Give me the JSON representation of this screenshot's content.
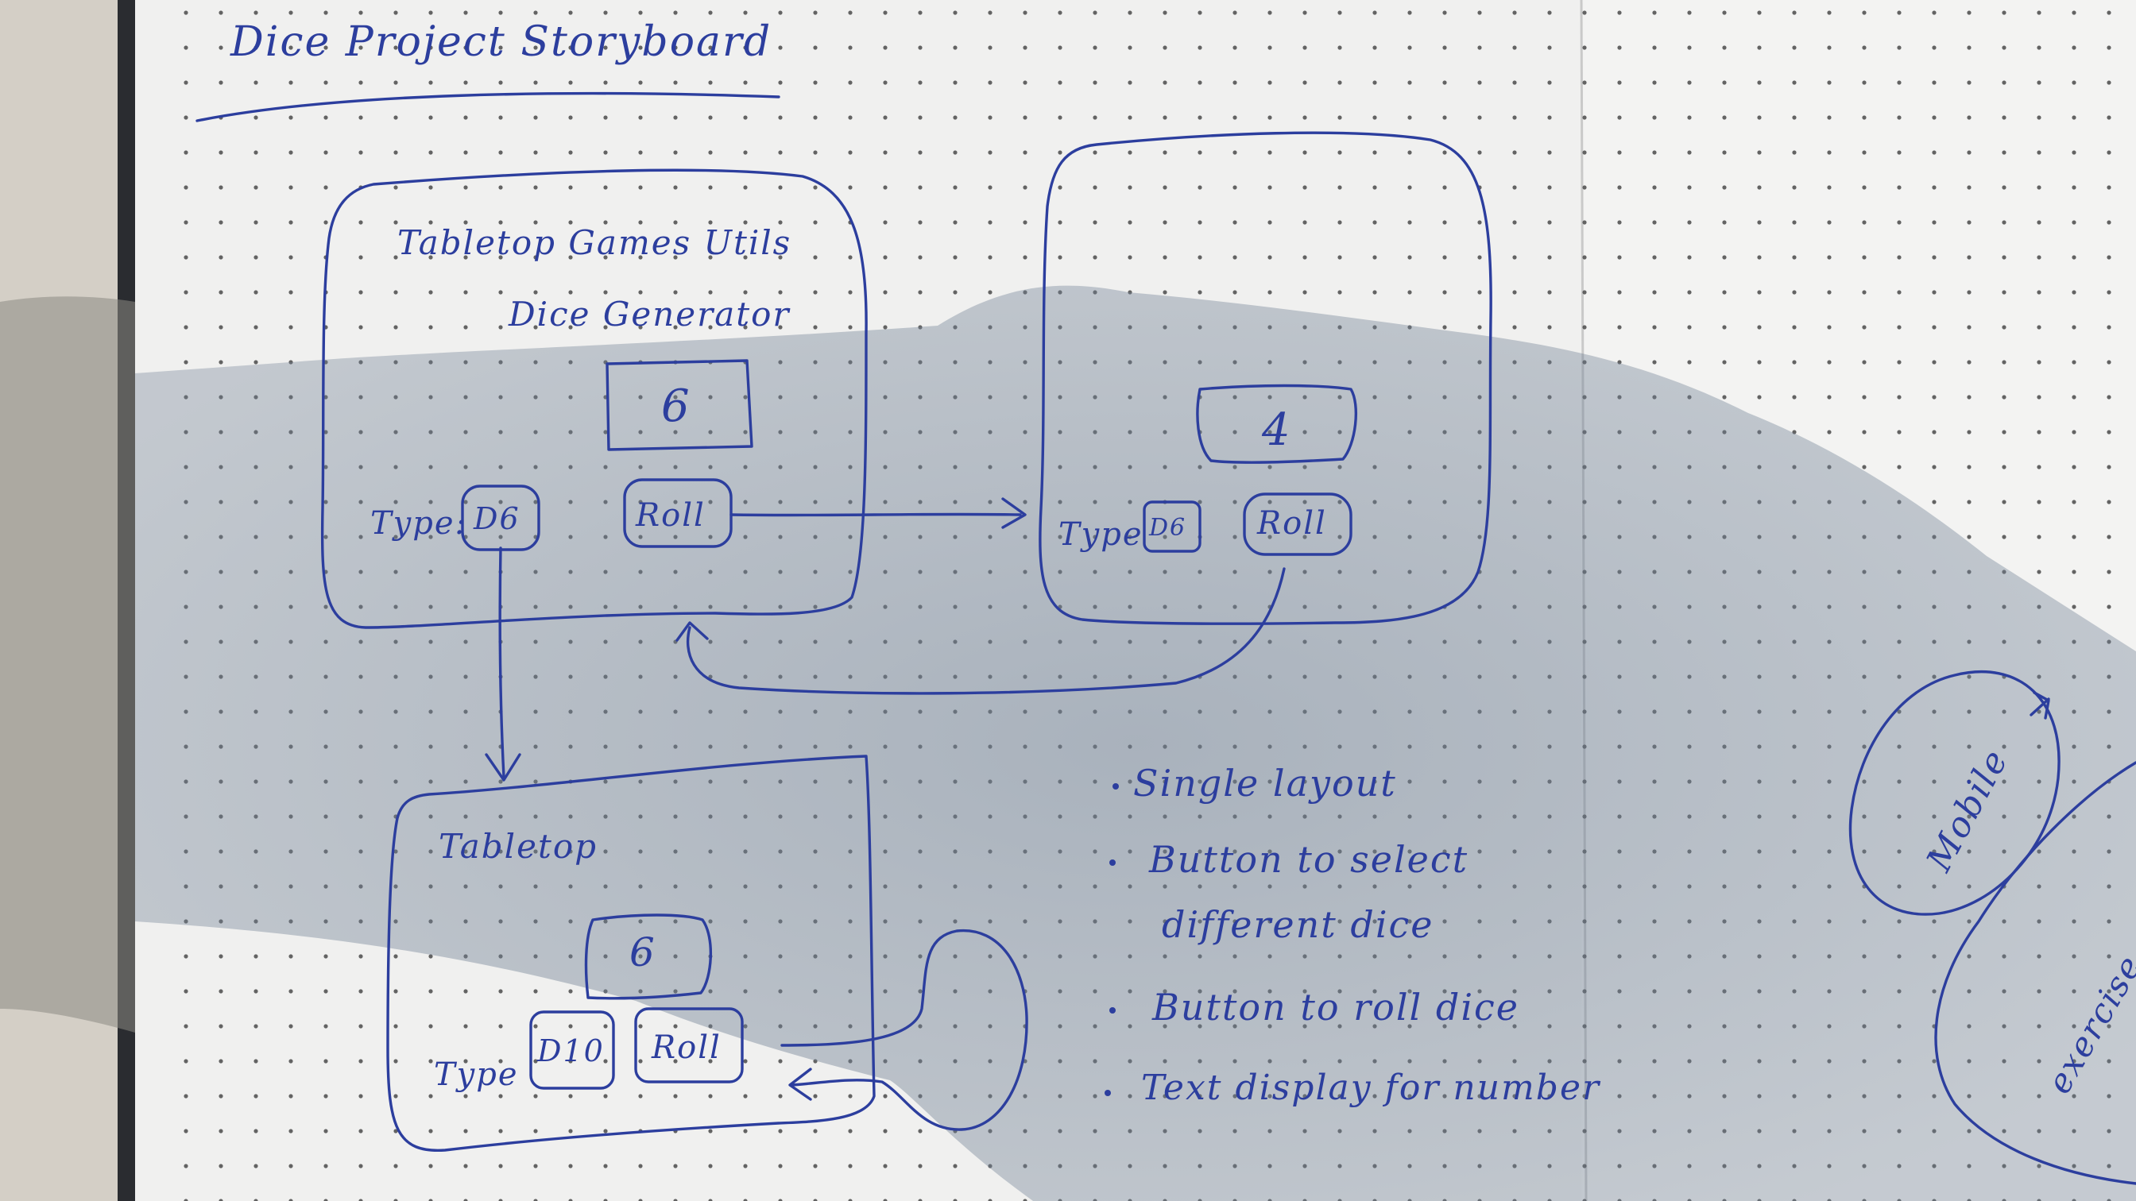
{
  "title": "Dice Project Storyboard",
  "screens": {
    "main": {
      "app_title": "Tabletop Games Utils",
      "subtitle": "Dice Generator",
      "result": "6",
      "type_label": "Type:",
      "type_value": "D6",
      "roll_label": "Roll"
    },
    "rolled": {
      "result": "4",
      "type_label": "Type",
      "type_value": "D6",
      "roll_label": "Roll"
    },
    "dice_select": {
      "app_title": "Tabletop",
      "result": "6",
      "type_label": "Type",
      "type_value": "D10",
      "roll_label": "Roll"
    }
  },
  "notes": [
    "Single layout",
    "Button to select",
    "different dice",
    "Button to roll dice",
    "Text display for number"
  ],
  "side_notes": {
    "mobile": "Mobile",
    "partial": "exercise"
  },
  "colors": {
    "ink": "#2c3e9e",
    "paper": "#f1f1f1",
    "dots": "#4a4a4a",
    "shadow": "#7f8ea0",
    "cover": "#2a2c30",
    "table": "#d4cfc6"
  }
}
